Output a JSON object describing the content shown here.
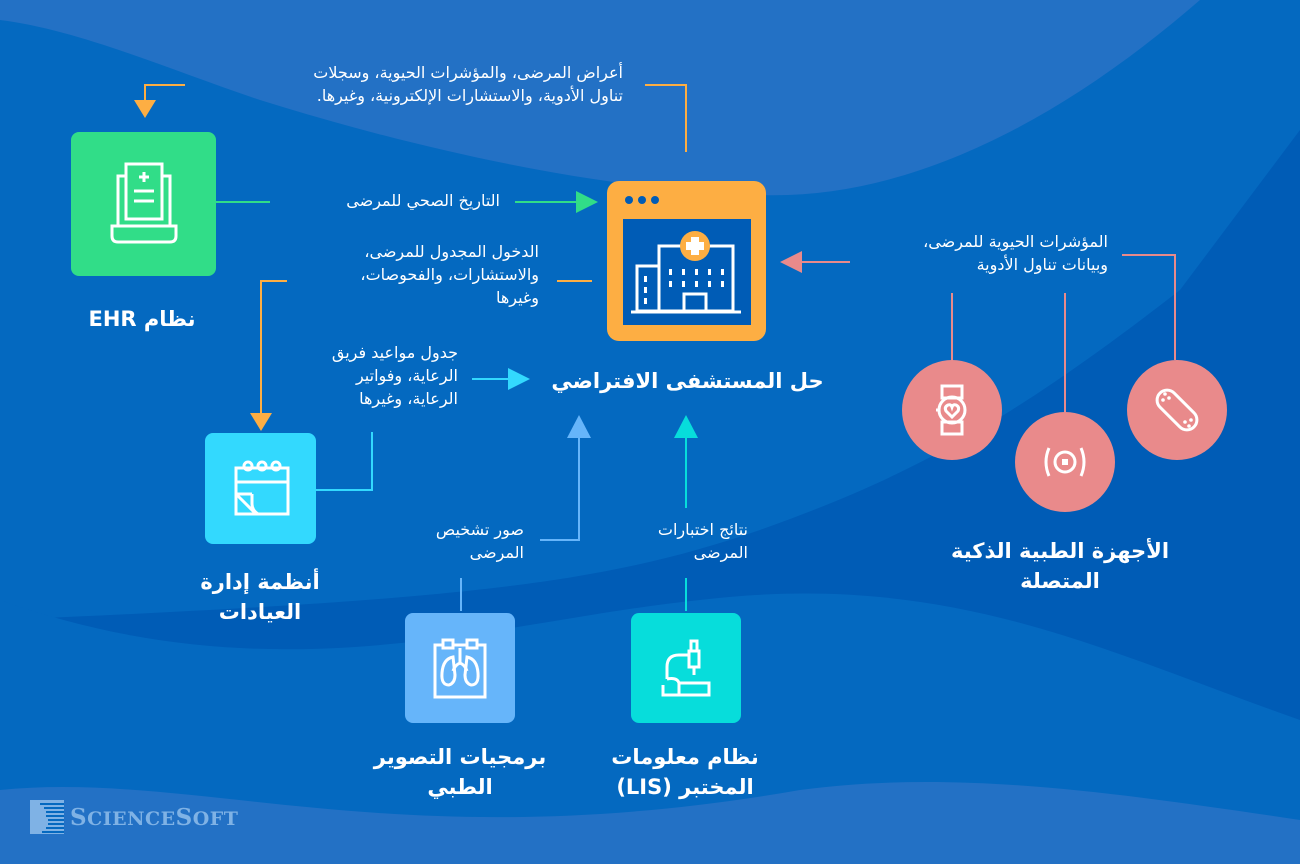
{
  "colors": {
    "bg_dark": "#005cb6",
    "bg_mid": "#0469c0",
    "bg_light": "#2371c5",
    "ehr_green": "#31dd88",
    "hub_orange": "#fdae43",
    "clinic_cyan": "#33d9fe",
    "imaging_lightblue": "#66b5fa",
    "lab_teal": "#07dddb",
    "device_pink": "#e98a8b"
  },
  "hub": {
    "title": "حل المستشفى الافتراضي",
    "icon": "hospital-browser-icon"
  },
  "nodes": {
    "ehr": {
      "title": "نظام EHR",
      "icon": "ehr-laptop-document-icon"
    },
    "clinic": {
      "title_line1": "أنظمة إدارة",
      "title_line2": "العيادات",
      "icon": "calendar-icon"
    },
    "imaging": {
      "title_line1": "برمجيات التصوير",
      "title_line2": "الطبي",
      "icon": "lungs-xray-icon"
    },
    "lab": {
      "title_line1": "نظام معلومات",
      "title_line2": "المختبر (LIS)",
      "icon": "microscope-icon"
    },
    "devices": {
      "title_line1": "الأجهزة الطبية الذكية",
      "title_line2": "المتصلة",
      "items": [
        {
          "icon": "smartwatch-heart-icon"
        },
        {
          "icon": "sensor-signal-icon"
        },
        {
          "icon": "adhesive-patch-icon"
        }
      ]
    }
  },
  "flows": {
    "hub_to_ehr": {
      "line1": "أعراض المرضى، والمؤشرات الحيوية، وسجلات",
      "line2": "تناول الأدوية، والاستشارات الإلكترونية، وغيرها."
    },
    "ehr_to_hub": {
      "line1": "التاريخ الصحي للمرضى"
    },
    "hub_to_clinic": {
      "line1": "الدخول المجدول للمرضى،",
      "line2": "والاستشارات، والفحوصات،",
      "line3": "وغيرها"
    },
    "clinic_to_hub": {
      "line1": "جدول مواعيد فريق",
      "line2": "الرعاية، وفواتير",
      "line3": "الرعاية، وغيرها"
    },
    "imaging_to_hub": {
      "line1": "صور تشخيص",
      "line2": "المرضى"
    },
    "lab_to_hub": {
      "line1": "نتائج اختبارات",
      "line2": "المرضى"
    },
    "devices_to_hub": {
      "line1": "المؤشرات الحيوية للمرضى،",
      "line2": "وبيانات تناول الأدوية"
    }
  },
  "brand": {
    "logo_text_big_s": "S",
    "logo_text_rest1": "CIENCE",
    "logo_text_big_s2": "S",
    "logo_text_rest2": "OFT"
  }
}
